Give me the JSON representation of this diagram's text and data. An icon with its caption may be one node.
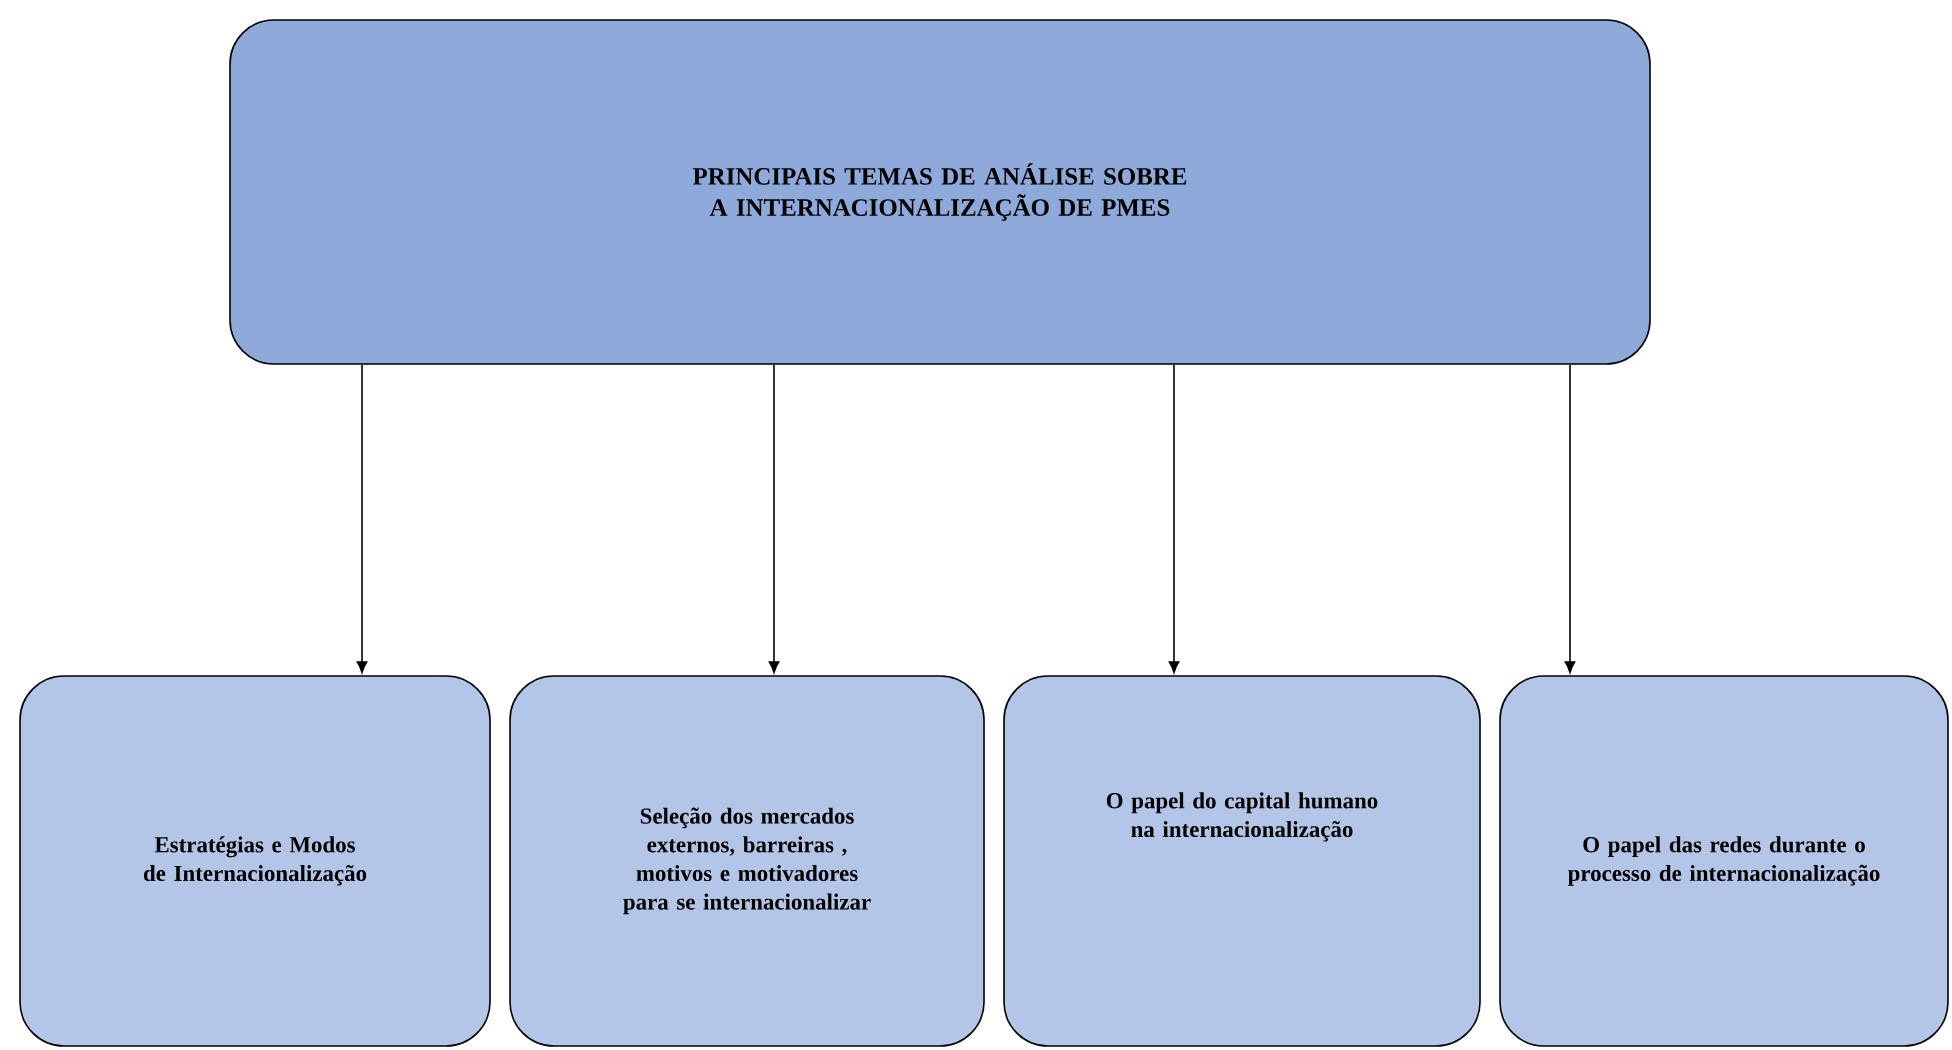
{
  "diagram": {
    "nodes": [
      {
        "text": [
          "PRINCIPAIS TEMAS DE ANÁLISE SOBRE A INTERNACIONALIZAÇÃO DE PMES"
        ]
      },
      {
        "text": [
          "Estratégias e Modos de Internacionalização"
        ]
      },
      {
        "text": [
          "Seleção dos mercados externos,  barreiras , motivos e motivadores para se internacionalizar"
        ]
      },
      {
        "text": [
          "O papel do capital humano na internacionalização"
        ]
      },
      {
        "text": [
          "O papel das redes durante o processo de internacionalização"
        ]
      }
    ],
    "edges": [
      {
        "from": 0,
        "to": 1,
        "arrow": "to"
      },
      {
        "from": 0,
        "to": 2,
        "arrow": "to"
      },
      {
        "from": 0,
        "to": 3,
        "arrow": "to"
      },
      {
        "from": 0,
        "to": 4,
        "arrow": "to"
      }
    ]
  }
}
